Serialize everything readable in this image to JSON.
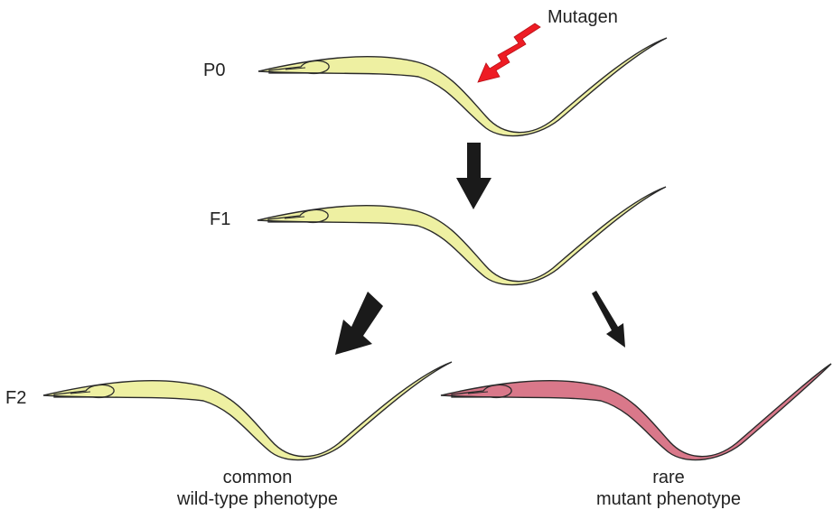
{
  "generation_labels": {
    "p0": "P0",
    "f1": "F1",
    "f2": "F2"
  },
  "mutagen_label": "Mutagen",
  "phenotypes": {
    "common": {
      "line1": "common",
      "line2": "wild-type phenotype"
    },
    "rare": {
      "line1": "rare",
      "line2": "mutant phenotype"
    }
  },
  "colors": {
    "wild_type_body": "#eef0a2",
    "mutant_body": "#d9788a",
    "mutagen_bolt": "#ee1c24",
    "arrow": "#1a1a1a",
    "outline": "#2a2a2a"
  }
}
